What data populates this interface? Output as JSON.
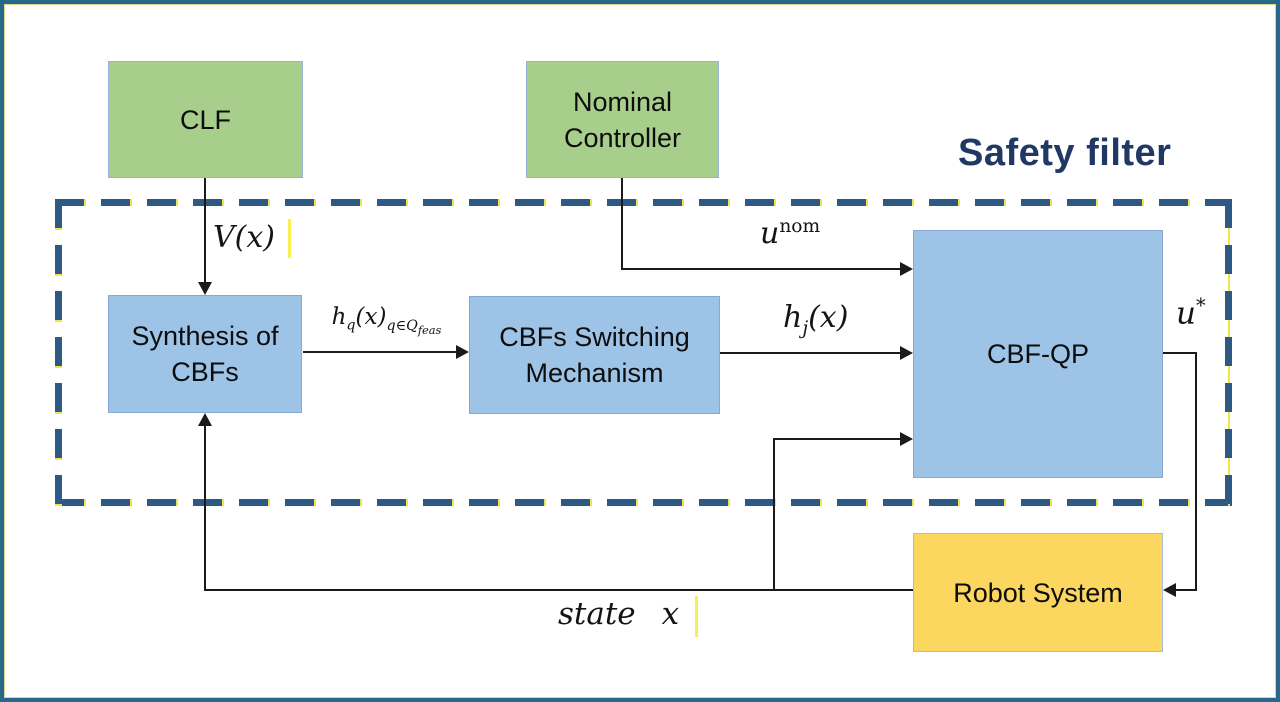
{
  "diagram": {
    "safety_filter_label": "Safety filter",
    "blocks": {
      "clf": {
        "label": "CLF"
      },
      "nominal_controller": {
        "line1": "Nominal",
        "line2": "Controller"
      },
      "synthesis_cbfs": {
        "line1": "Synthesis of",
        "line2": "CBFs"
      },
      "cbfs_switching": {
        "line1": "CBFs Switching",
        "line2": "Mechanism"
      },
      "cbf_qp": {
        "label": "CBF-QP"
      },
      "robot_system": {
        "label": "Robot System"
      }
    },
    "signals": {
      "v_of_x": "V(x)",
      "u_nom": {
        "base": "u",
        "sup": "nom"
      },
      "h_q": {
        "base": "h",
        "sub": "q",
        "mid": "(x)",
        "sub2": "q∈Q",
        "sub3": "feas"
      },
      "h_j": {
        "base": "h",
        "sub": "j",
        "mid": "(x)"
      },
      "u_star": {
        "base": "u",
        "sup": "*"
      },
      "state_x": {
        "word": "state",
        "var": "x"
      }
    },
    "colors": {
      "frame_teal": "#27688B",
      "frame_inner_olive": "#D8D98C",
      "green_fill": "#A8CE8C",
      "green_border": "#95B4D6",
      "blue_fill": "#9DC3E6",
      "blue_border": "#88A7D4",
      "yellow_fill": "#FCD75F",
      "yellow_border": "#AABDD8",
      "dash_navy": "#2E5984",
      "pip_yellow": "#F0E83E",
      "title_navy": "#1F3864",
      "line_black": "#1A1A1A",
      "cursor_yellow": "#F8F050"
    }
  }
}
